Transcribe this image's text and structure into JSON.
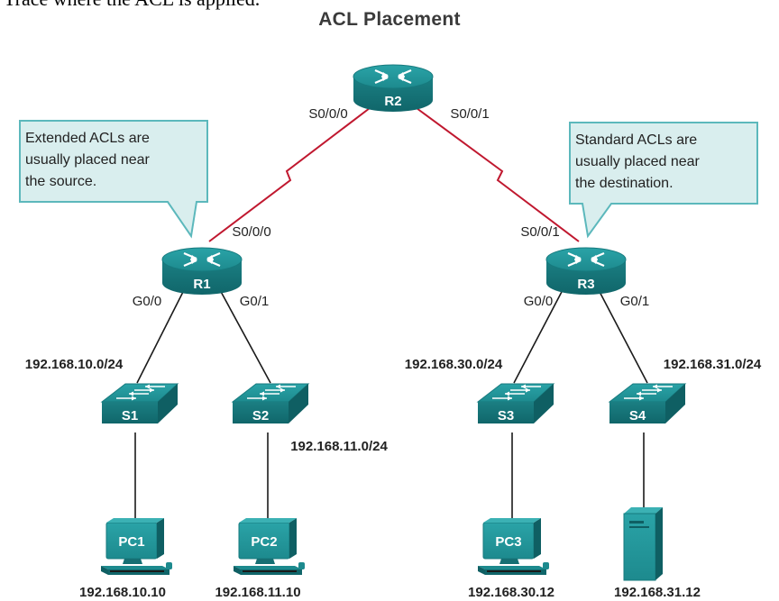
{
  "partial_text": "Trace where the ACL is applied.",
  "title": "ACL Placement",
  "colors": {
    "device": "#1d8a8e",
    "device_dark": "#0f5f63",
    "serial_link": "#c0182f",
    "ethernet_link": "#1a1a1a",
    "callout_fill": "#d9eeee",
    "callout_border": "#5cb8bc"
  },
  "routers": {
    "r1": {
      "label": "R1",
      "icon": "router-icon"
    },
    "r2": {
      "label": "R2",
      "icon": "router-icon"
    },
    "r3": {
      "label": "R3",
      "icon": "router-icon"
    }
  },
  "switches": {
    "s1": {
      "label": "S1",
      "icon": "switch-icon"
    },
    "s2": {
      "label": "S2",
      "icon": "switch-icon"
    },
    "s3": {
      "label": "S3",
      "icon": "switch-icon"
    },
    "s4": {
      "label": "S4",
      "icon": "switch-icon"
    }
  },
  "hosts": {
    "pc1": {
      "label": "PC1",
      "ip": "192.168.10.10",
      "icon": "pc-icon"
    },
    "pc2": {
      "label": "PC2",
      "ip": "192.168.11.10",
      "icon": "pc-icon"
    },
    "pc3": {
      "label": "PC3",
      "ip": "192.168.30.12",
      "icon": "pc-icon"
    },
    "server": {
      "ip": "192.168.31.12",
      "icon": "server-icon"
    }
  },
  "interfaces": {
    "r2_left": "S0/0/0",
    "r2_right": "S0/0/1",
    "r1_serial": "S0/0/0",
    "r3_serial": "S0/0/1",
    "r1_g00": "G0/0",
    "r1_g01": "G0/1",
    "r3_g00": "G0/0",
    "r3_g01": "G0/1"
  },
  "networks": {
    "net10": "192.168.10.0/24",
    "net11": "192.168.11.0/24",
    "net30": "192.168.30.0/24",
    "net31": "192.168.31.0/24"
  },
  "callouts": {
    "extended": {
      "lines": [
        "Extended ACLs are",
        "usually placed near",
        "the source."
      ]
    },
    "standard": {
      "lines": [
        "Standard ACLs are",
        "usually placed near",
        "the destination."
      ]
    }
  }
}
